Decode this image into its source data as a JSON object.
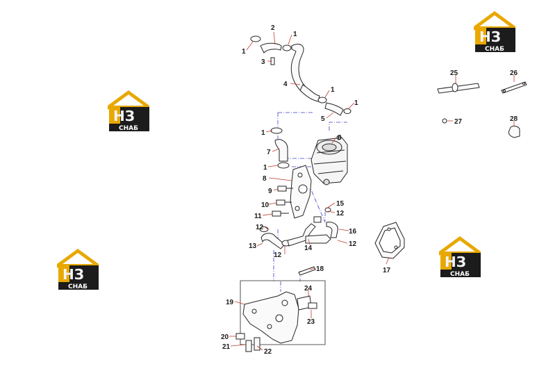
{
  "watermark": {
    "brand": "НЗ",
    "caption": "СНАБ",
    "colors": {
      "roof": "#e8a800",
      "bar": "#1c1c1c",
      "letter_light": "#f4f4f4",
      "letter_dark": "#1c1c1c"
    }
  },
  "diagram": {
    "line_color": "#222222",
    "leader_color": "#c0392b",
    "frame_color": "#3b3bc8",
    "callouts": [
      "1",
      "2",
      "1",
      "3",
      "4",
      "1",
      "1",
      "5",
      "1",
      "6",
      "7",
      "1",
      "8",
      "9",
      "10",
      "11",
      "15",
      "12",
      "12",
      "16",
      "13",
      "14",
      "12",
      "17",
      "12",
      "18",
      "19",
      "24",
      "23",
      "20",
      "21",
      "22",
      "25",
      "26",
      "27",
      "28"
    ]
  }
}
